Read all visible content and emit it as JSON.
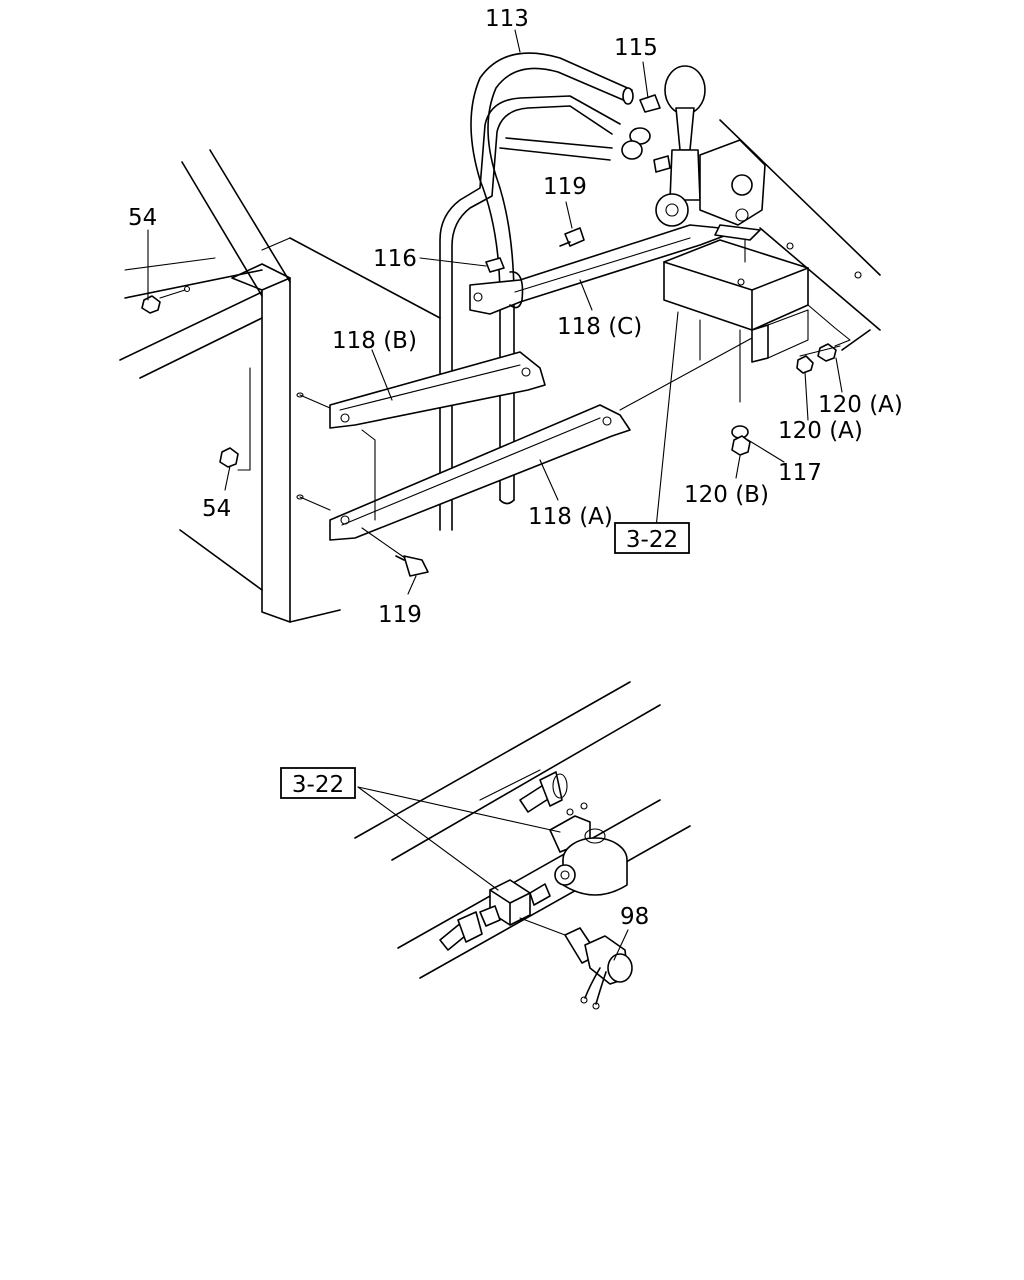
{
  "labels": {
    "l113": "113",
    "l115": "115",
    "l119_top": "119",
    "l54_top": "54",
    "l116": "116",
    "l118b": "118 (B)",
    "l118c": "118 (C)",
    "l120a_1": "120 (A)",
    "l120a_2": "120 (A)",
    "l117": "117",
    "l120b": "120 (B)",
    "l118a": "118 (A)",
    "l54_bottom": "54",
    "l119_bottom": "119",
    "l98": "98"
  },
  "refs": {
    "ref_top": "3-22",
    "ref_bottom": "3-22"
  }
}
